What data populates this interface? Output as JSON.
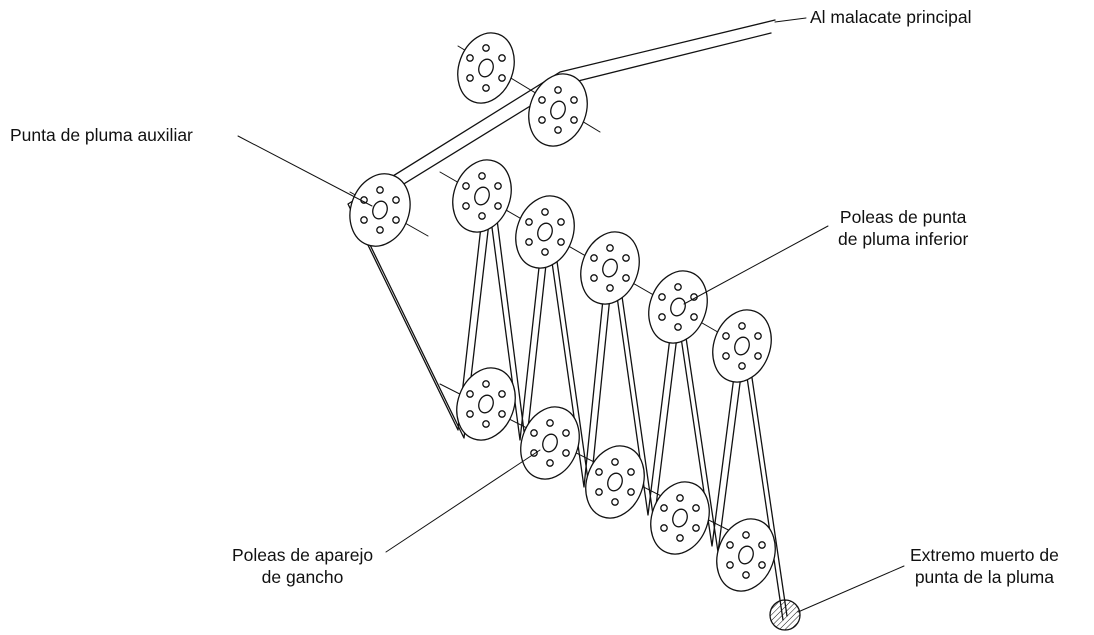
{
  "labels": {
    "al_malacate": "Al malacate principal",
    "punta_auxiliar": "Punta de pluma auxiliar",
    "poleas_punta": [
      "Poleas de punta",
      "de pluma inferior"
    ],
    "poleas_aparejo": [
      "Poleas de aparejo",
      "de gancho"
    ],
    "extremo_muerto": [
      "Extremo muerto de",
      "punta de la pluma"
    ]
  },
  "colors": {
    "ink": "#111111",
    "background": "#ffffff"
  }
}
